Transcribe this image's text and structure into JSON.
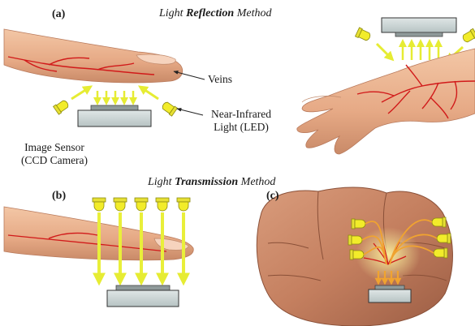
{
  "panels": {
    "a": {
      "label": "(a)"
    },
    "b": {
      "label": "(b)"
    },
    "c": {
      "label": "(c)"
    }
  },
  "titles": {
    "reflection": {
      "prefix": "Light ",
      "emph": "Reflection",
      "suffix": " Method"
    },
    "transmission": {
      "prefix": "Light ",
      "emph": "Transmission",
      "suffix": " Method"
    }
  },
  "annotations": {
    "veins": "Veins",
    "nir_line1": "Near-Infrared",
    "nir_line2": "Light (LED)",
    "sensor_line1": "Image Sensor",
    "sensor_line2": "(CCD Camera)"
  },
  "colors": {
    "skin": "#e8b190",
    "skin_shadow": "#c98a68",
    "vein": "#d11a1a",
    "led": "#f2ec2a",
    "beam": "#e9ef3a",
    "sensor": "#c9d3d3"
  }
}
